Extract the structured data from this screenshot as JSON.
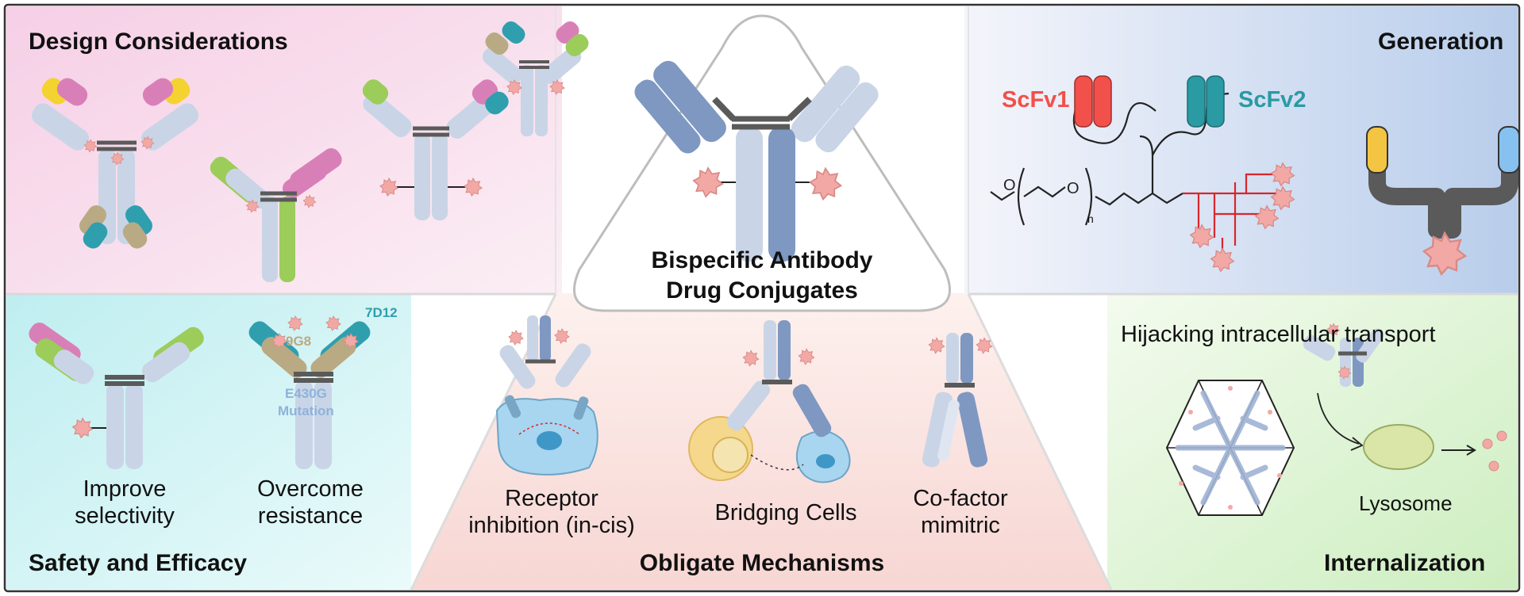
{
  "panels": {
    "design": {
      "title": "Design Considerations"
    },
    "generation": {
      "title": "Generation",
      "scfv1": "ScFv1",
      "scfv2": "ScFv2",
      "n_label": "n"
    },
    "center": {
      "title_line1": "Bispecific Antibody",
      "title_line2": "Drug Conjugates"
    },
    "safety": {
      "title": "Safety and Efficacy",
      "cap1_line1": "Improve",
      "cap1_line2": "selectivity",
      "cap2_line1": "Overcome",
      "cap2_line2": "resistance",
      "label_9g8": "9G8",
      "label_7d12": "7D12",
      "label_mut1": "E430G",
      "label_mut2": "Mutation"
    },
    "obligate": {
      "title": "Obligate Mechanisms",
      "cap1_line1": "Receptor",
      "cap1_line2": "inhibition (in-cis)",
      "cap2": "Bridging Cells",
      "cap3_line1": "Co-factor",
      "cap3_line2": "mimitric"
    },
    "internalization": {
      "title": "Internalization",
      "subtitle": "Hijacking intracellular transport",
      "lysosome": "Lysosome"
    }
  },
  "colors": {
    "heavy_light": "#c9d5e6",
    "heavy_dark": "#7e98c2",
    "hinge": "#5a5a5a",
    "drug": "#f2a9a6",
    "scfv1": "#f2504a",
    "scfv2": "#2a9aa3",
    "pink": "#d97fb8",
    "yellow": "#f4d230",
    "green": "#9ccc5a",
    "tan": "#b9aa84",
    "teal": "#2f9fae",
    "linker": "#d8262c"
  }
}
